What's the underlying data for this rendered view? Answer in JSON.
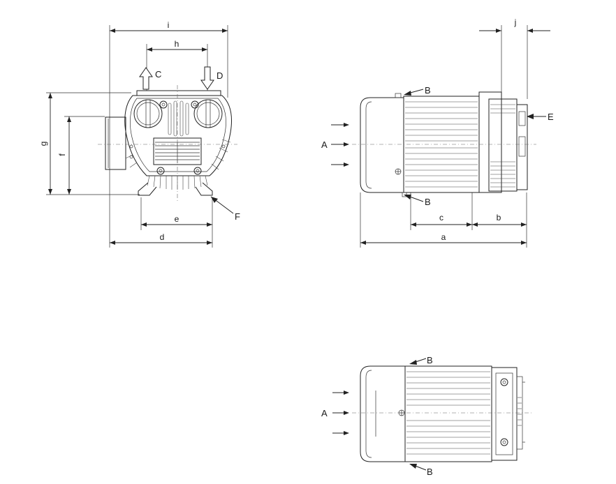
{
  "front_view": {
    "dimensions": {
      "i": "i",
      "h": "h",
      "g": "g",
      "f": "f",
      "e": "e",
      "d": "d"
    },
    "callouts": {
      "C": "C",
      "D": "D",
      "F": "F"
    }
  },
  "side_view": {
    "dimensions": {
      "j": "j",
      "c": "c",
      "b": "b",
      "a": "a"
    },
    "callouts": {
      "A": "A",
      "B_top": "B",
      "B_bottom": "B",
      "E": "E"
    }
  },
  "top_view": {
    "callouts": {
      "A": "A",
      "B_top": "B",
      "B_bottom": "B"
    }
  },
  "colors": {
    "line": "#222222",
    "background": "#ffffff"
  }
}
